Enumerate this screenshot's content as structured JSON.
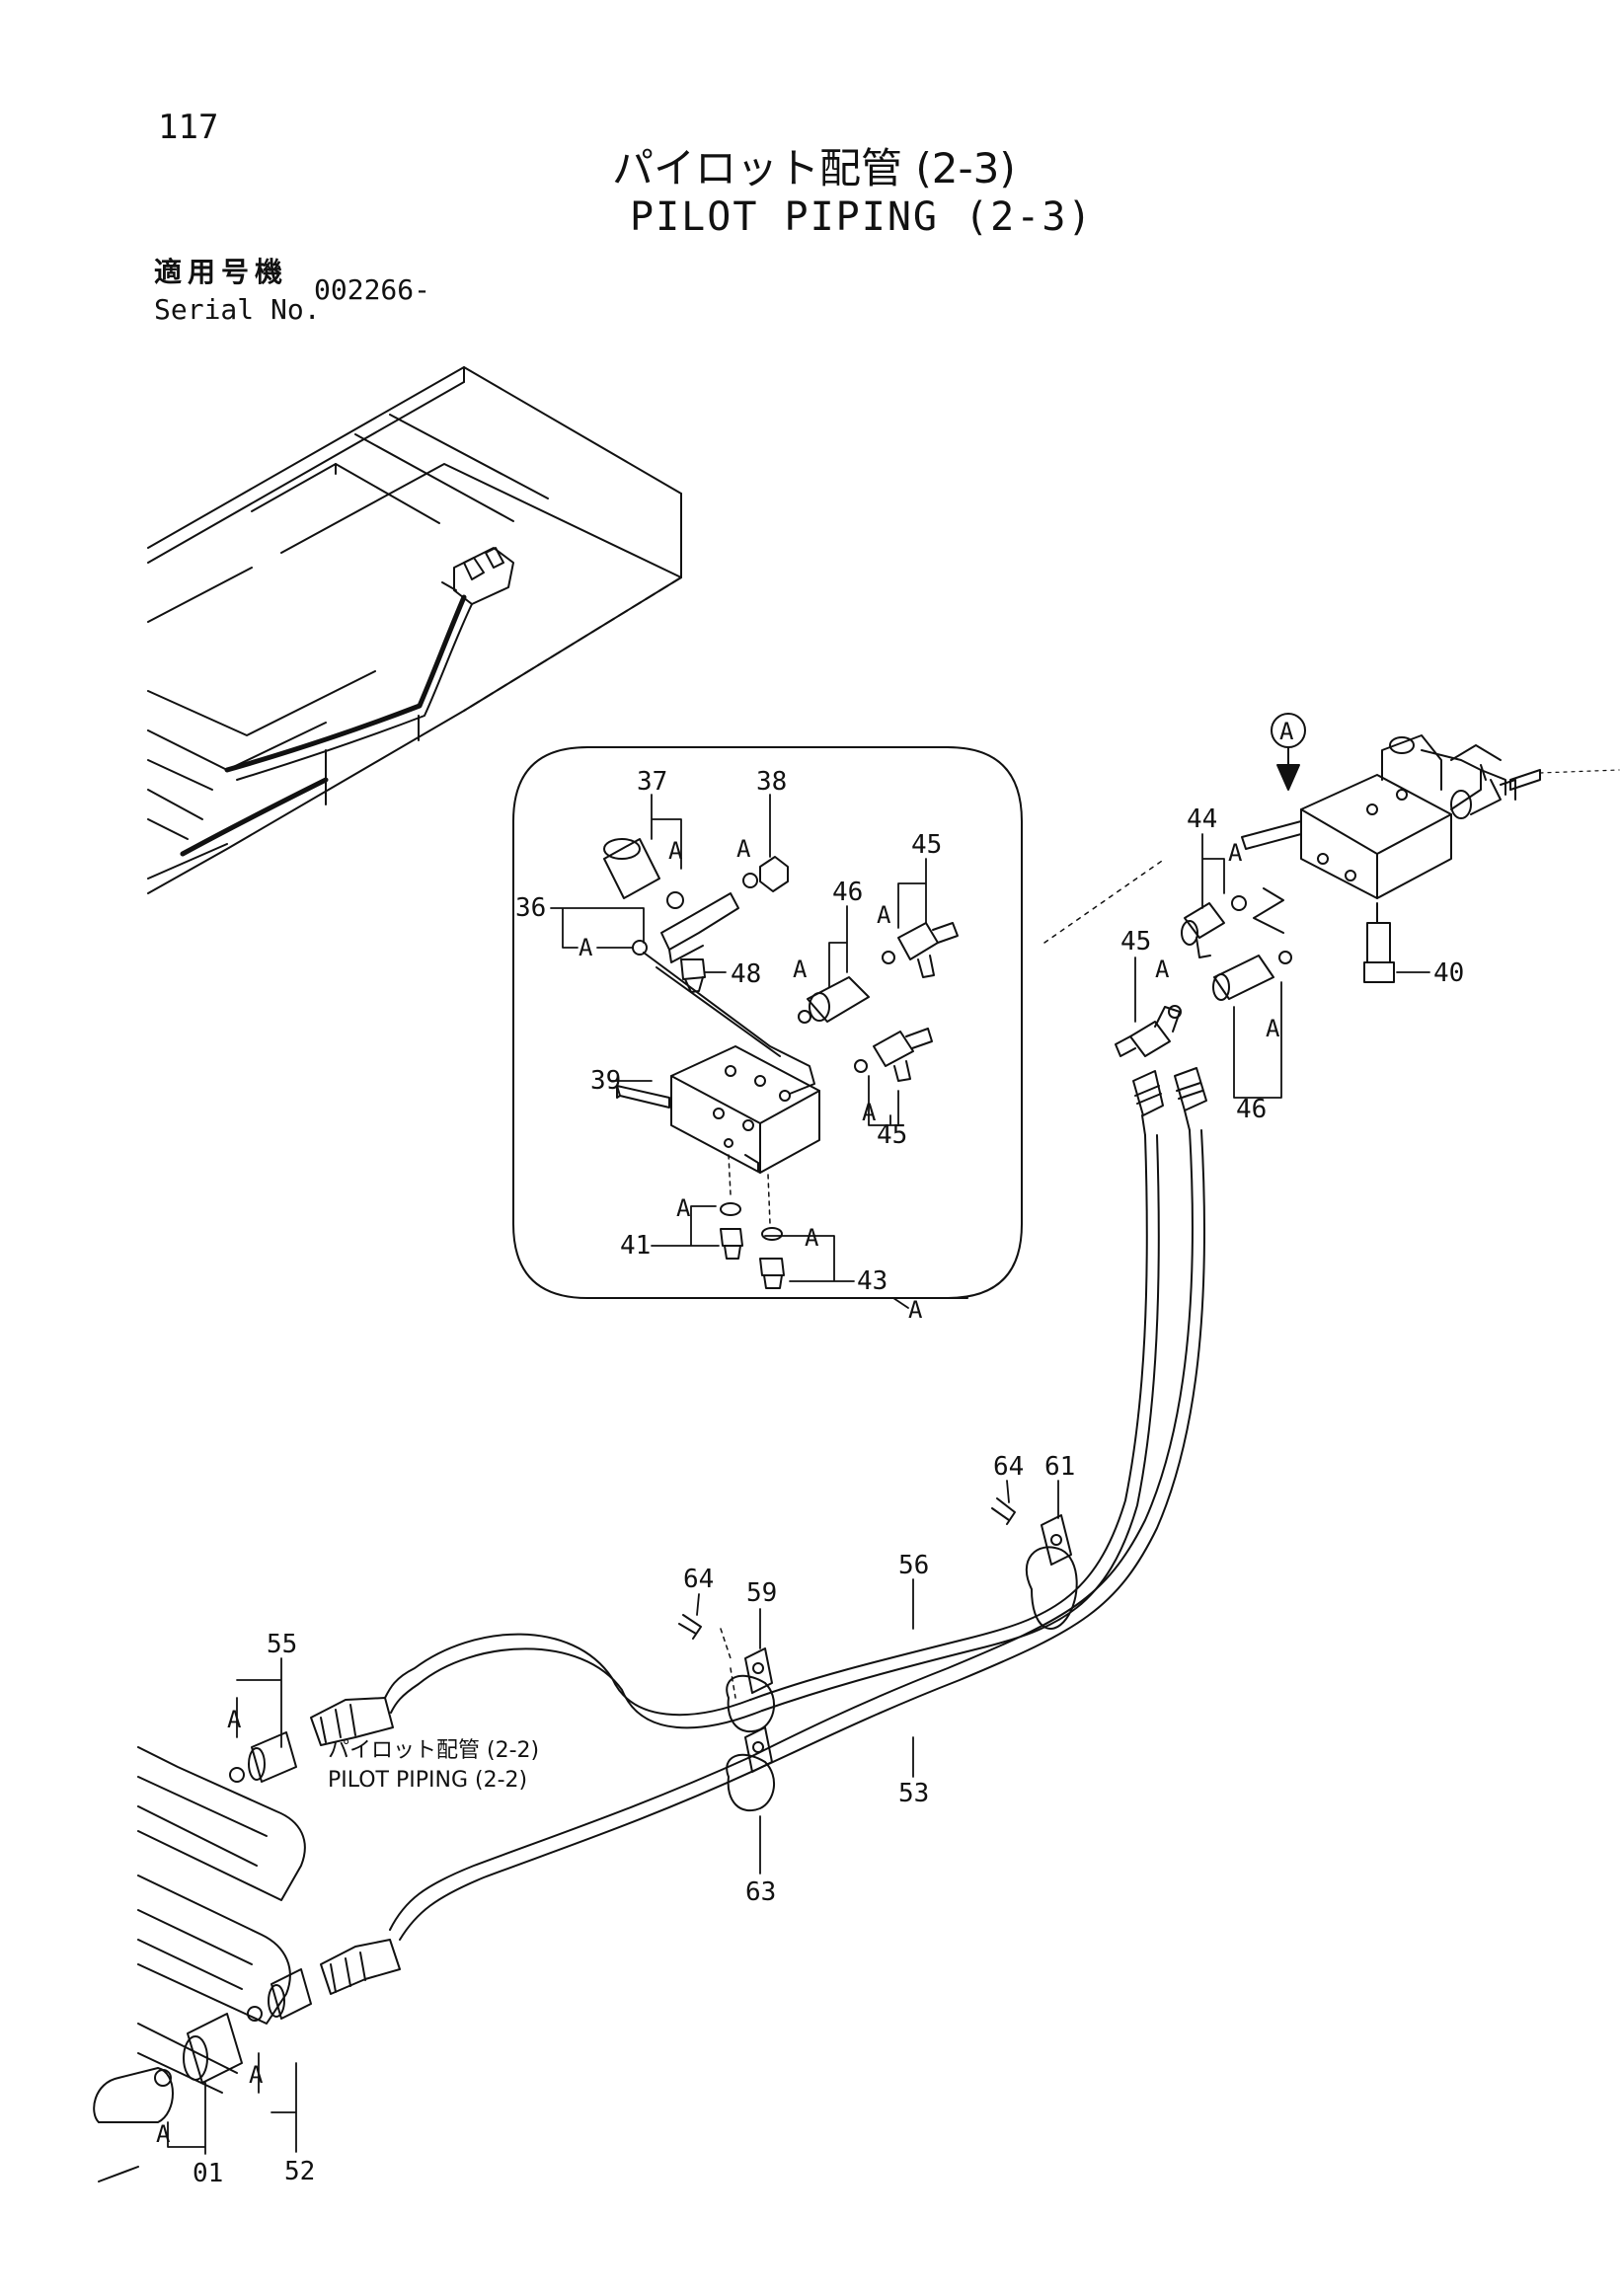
{
  "page": {
    "number": "117",
    "title_jp": "パイロット配管 (2-3)",
    "title_en": "PILOT PIPING (2-3)"
  },
  "serial": {
    "label_jp": "適用号機",
    "label_en": "Serial No.",
    "value": "002266-"
  },
  "view_marker": "A",
  "reference": {
    "jp": "パイロット配管 (2-2)",
    "en": "PILOT PIPING (2-2)"
  },
  "part_numbers": {
    "p37": "37",
    "p38": "38",
    "p36": "36",
    "p48": "48",
    "p46a": "46",
    "p45a": "45",
    "p39": "39",
    "p45b": "45",
    "p41": "41",
    "p43": "43",
    "p44": "44",
    "p45c": "45",
    "p46b": "46",
    "p40": "40",
    "p64a": "64",
    "p61": "61",
    "p56": "56",
    "p64b": "64",
    "p59": "59",
    "p55": "55",
    "p53": "53",
    "p63": "63",
    "p52": "52",
    "p01": "01"
  },
  "oring_marks": {
    "a1": "A",
    "a2": "A",
    "a3": "A",
    "a4": "A",
    "a5": "A",
    "a6": "A",
    "a7": "A",
    "a8": "A",
    "a9": "A",
    "a10": "A",
    "a11": "A",
    "a12": "A",
    "a13": "A",
    "a14": "A",
    "a15": "A"
  }
}
